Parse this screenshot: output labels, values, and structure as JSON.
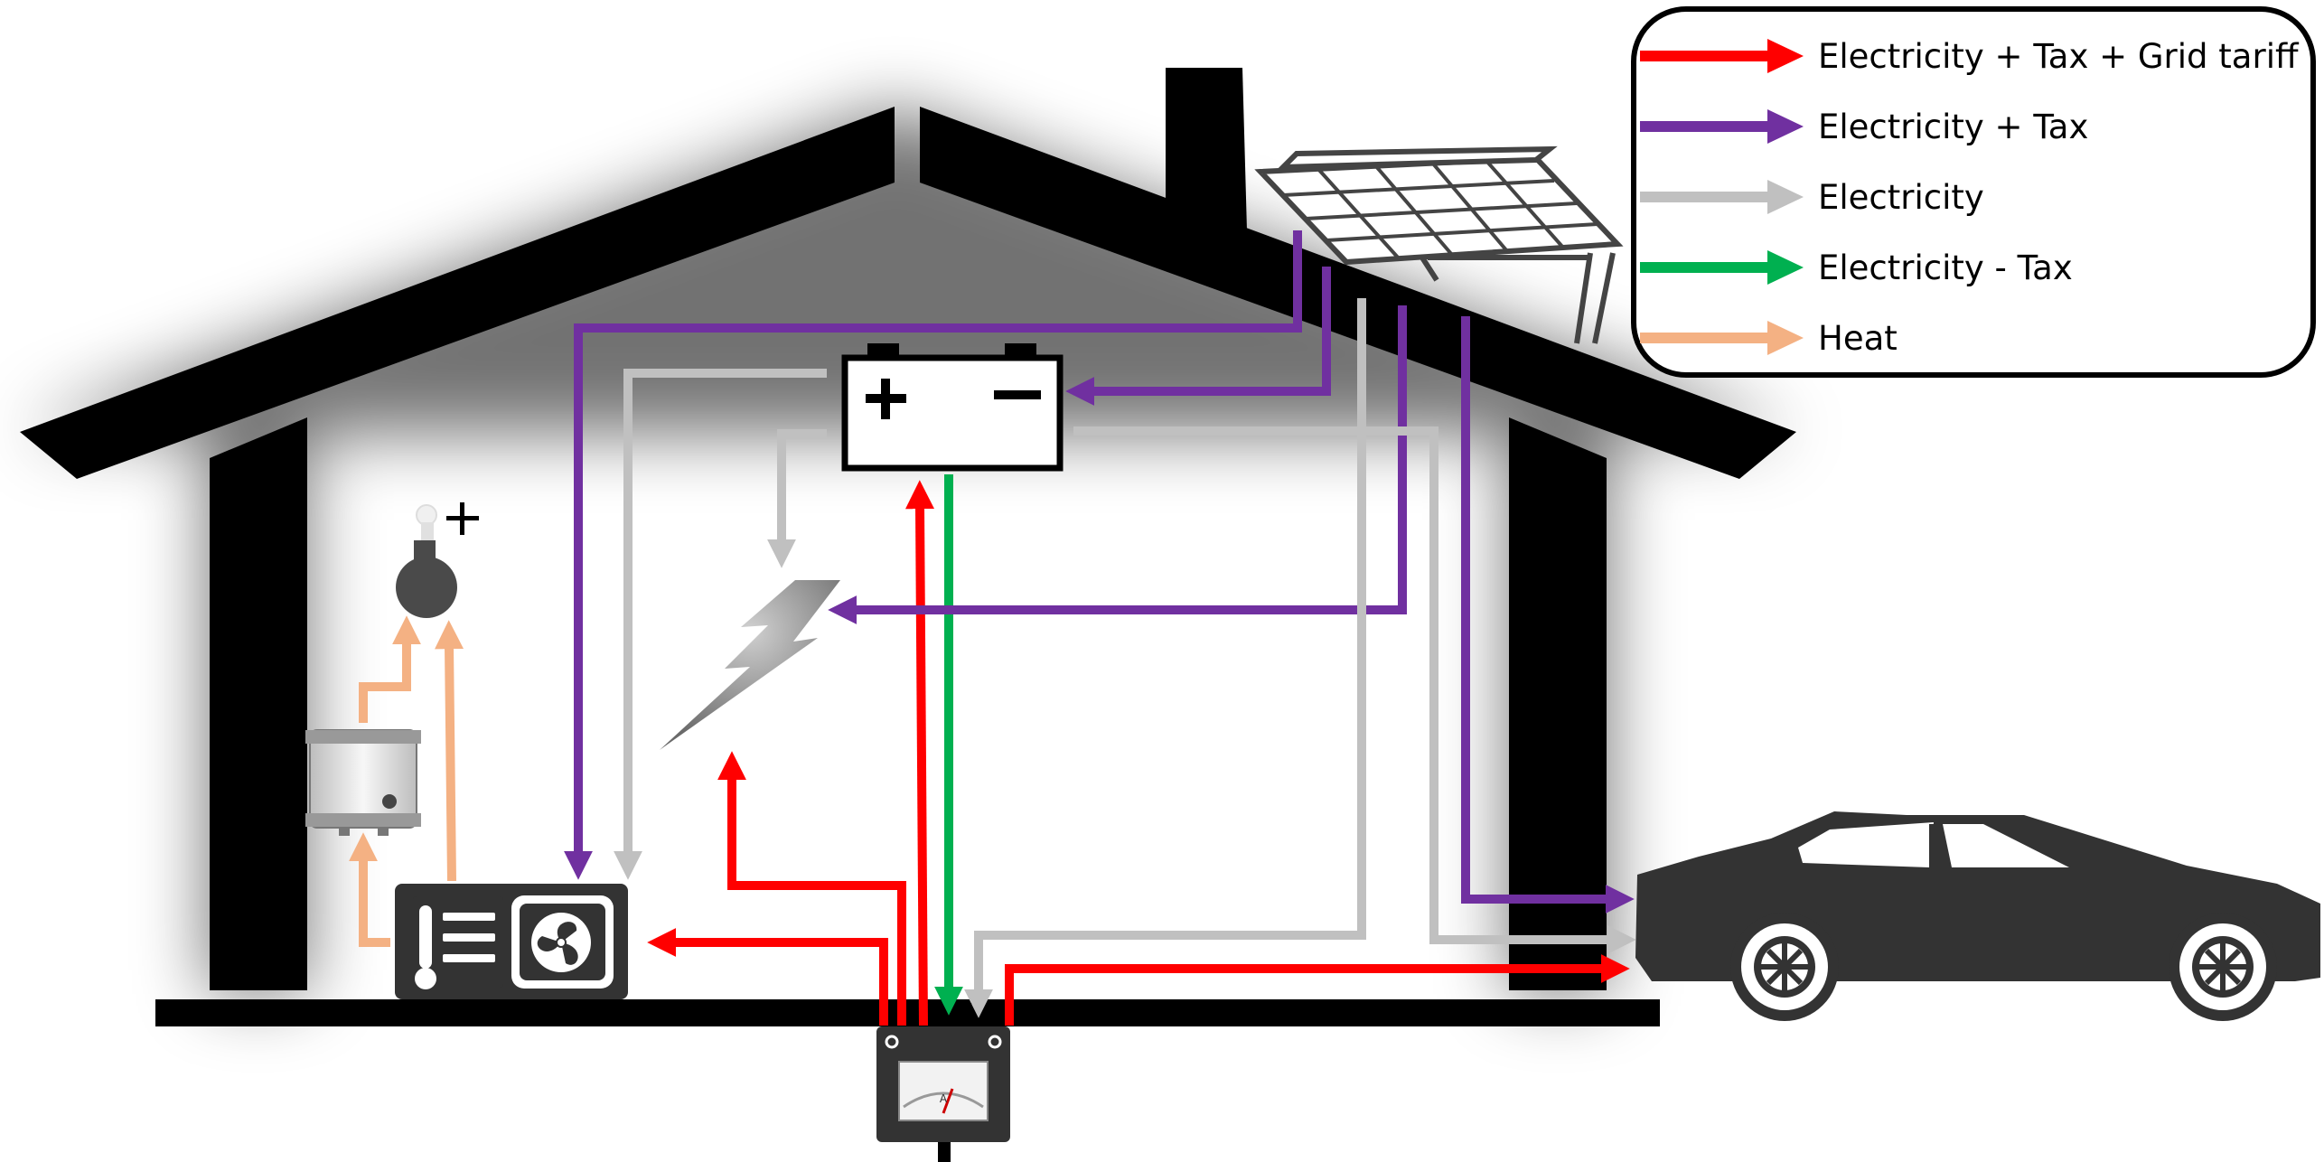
{
  "legend": {
    "items": [
      {
        "label": "Electricity + Tax + Grid tariff",
        "color": "#ff0000"
      },
      {
        "label": "Electricity + Tax",
        "color": "#7030a0"
      },
      {
        "label": "Electricity",
        "color": "#c0c0c0"
      },
      {
        "label": "Electricity - Tax",
        "color": "#00b050"
      },
      {
        "label": "Heat",
        "color": "#f4b183"
      }
    ]
  },
  "meter": {
    "dial_unit": "A"
  },
  "colors": {
    "silhouette": "#000000",
    "device_dark": "#333333",
    "device_light": "#e6e6e6"
  },
  "icons": [
    "house-icon",
    "solar-panel-icon",
    "battery-icon",
    "lightning-icon",
    "heat-pump-icon",
    "water-heater-icon",
    "thermostat-icon",
    "electric-car-icon",
    "electricity-meter-icon"
  ]
}
